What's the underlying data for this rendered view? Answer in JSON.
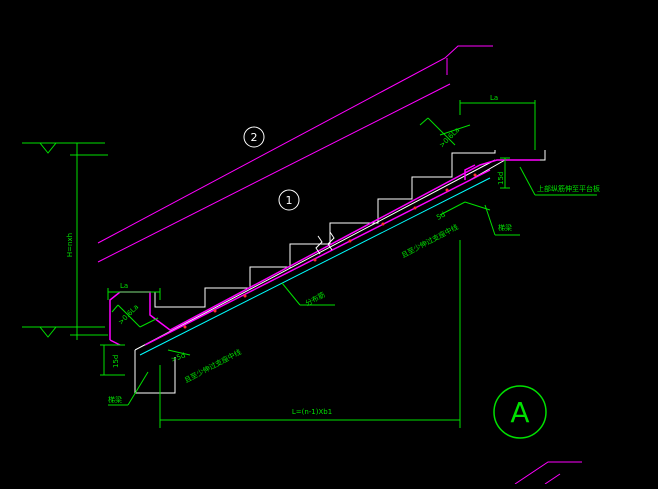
{
  "drawing": {
    "labels": {
      "la_top": "La",
      "anchor_top": ">0.6La",
      "d15_top": "15d",
      "top_note": "上部纵筋伸至平台板",
      "d5_top": "5d",
      "node_top": "梯梁",
      "bar_upper": "且至少伸过支座中线",
      "dist_bar": "分布筋",
      "height": "H=nxh",
      "la_bottom": "La",
      "anchor_bottom": ">0.6La",
      "d15_bottom": "15d",
      "d5_bottom": ">5d",
      "bar_lower": "且至少伸过支座中线",
      "node_bottom": "梯梁",
      "span": "L=(n-1)Xb1"
    },
    "markers": {
      "circle_2": "2",
      "circle_1": "1",
      "circle_a": "A"
    },
    "colors": {
      "background": "#000000",
      "dimension": "#00e000",
      "outline": "#ffffff",
      "rebar": "#ff00ff",
      "section": "#00ffff"
    }
  }
}
